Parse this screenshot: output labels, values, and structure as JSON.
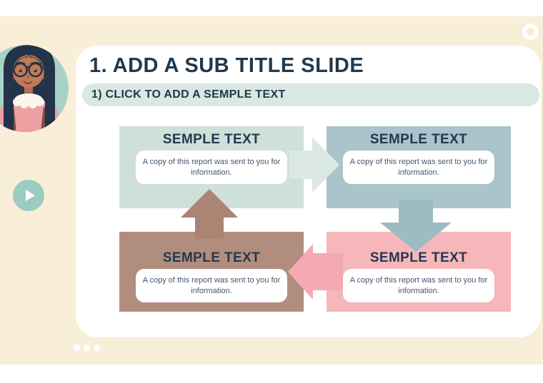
{
  "slide": {
    "title": "1. ADD A SUB TITLE SLIDE",
    "subtitle": "1) CLICK TO ADD A SEMPLE TEXT"
  },
  "diagram": {
    "boxes": [
      {
        "position": "top-left",
        "title": "SEMPLE TEXT",
        "body": "A copy of this report was sent to you for information.",
        "bg": "#cfe0da"
      },
      {
        "position": "top-right",
        "title": "SEMPLE TEXT",
        "body": "A copy of this report was sent to you for information.",
        "bg": "#a9c4ca"
      },
      {
        "position": "bottom-left",
        "title": "SEMPLE TEXT",
        "body": "A copy of this report was sent to you for information.",
        "bg": "#b18d7d"
      },
      {
        "position": "bottom-right",
        "title": "SEMPLE TEXT",
        "body": "A copy of this report was sent to you for information.",
        "bg": "#f7b6ba"
      }
    ],
    "arrows": [
      {
        "direction": "right",
        "color": "#dce9e3"
      },
      {
        "direction": "down",
        "color": "#9dbbc3"
      },
      {
        "direction": "left",
        "color": "#f3aab1"
      },
      {
        "direction": "up",
        "color": "#ab8474"
      }
    ]
  },
  "icons": {
    "play": "play-icon",
    "ring": "ring-icon",
    "avatar": "girl-with-glasses-avatar"
  },
  "footer": {
    "dots": 3
  },
  "colors": {
    "page_background": "#ffffff",
    "cream_band": "#f9eed7",
    "card": "#ffffff",
    "heading_text": "#21394e",
    "body_text": "#44566a",
    "subtitle_pill": "#d9e8e2",
    "play_button": "#9bccc2",
    "avatar_circle": "#a9d2c7"
  }
}
